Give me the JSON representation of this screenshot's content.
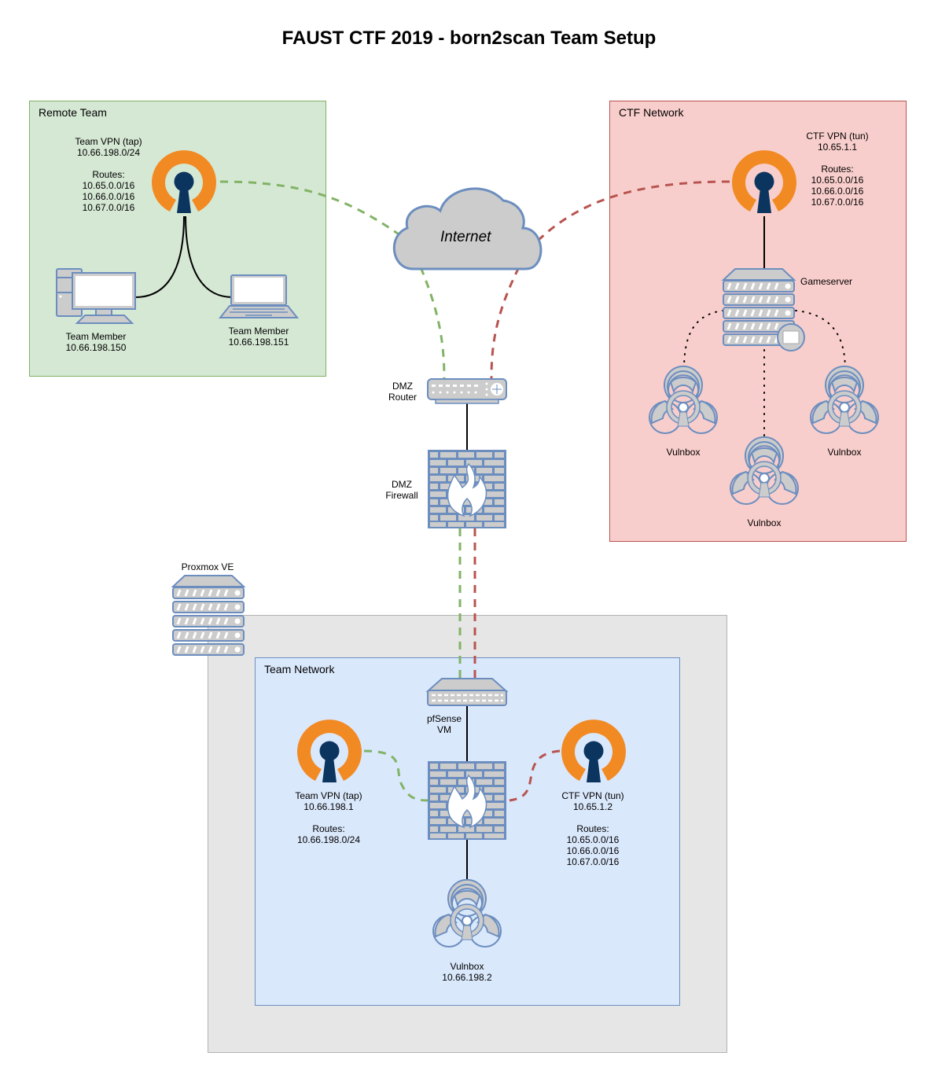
{
  "title": "FAUST CTF 2019 - born2scan Team Setup",
  "colors": {
    "remote_team_fill": "#d5e8d4",
    "remote_team_stroke": "#82b366",
    "ctf_network_fill": "#f8cecc",
    "ctf_network_stroke": "#b85450",
    "proxmox_fill": "#e6e6e6",
    "proxmox_stroke": "#b3b3b3",
    "team_network_fill": "#dae8fc",
    "team_network_stroke": "#6c8ebf",
    "icon_fill": "#cccccc",
    "icon_stroke": "#6c8ebf",
    "openvpn_orange": "#f28a24",
    "openvpn_navy": "#0b345f",
    "team_link": "#82b366",
    "ctf_link": "#b85450"
  },
  "groups": {
    "remote_team": {
      "label": "Remote Team"
    },
    "ctf_network": {
      "label": "CTF Network"
    },
    "proxmox": {
      "label": "Proxmox VE"
    },
    "team_network": {
      "label": "Team Network"
    }
  },
  "nodes": {
    "remote_vpn": {
      "label": "Team VPN (tap)\n10.66.198.0/24\n\nRoutes:\n10.65.0.0/16\n10.66.0.0/16\n10.67.0.0/16"
    },
    "member_desktop": {
      "label": "Team Member\n10.66.198.150"
    },
    "member_laptop": {
      "label": "Team Member\n10.66.198.151"
    },
    "internet": {
      "label": "Internet"
    },
    "ctf_vpn_server": {
      "label": "CTF VPN (tun)\n10.65.1.1\n\nRoutes:\n10.65.0.0/16\n10.66.0.0/16\n10.67.0.0/16"
    },
    "gameserver": {
      "label": "Gameserver"
    },
    "vulnbox_left": {
      "label": "Vulnbox"
    },
    "vulnbox_center": {
      "label": "Vulnbox"
    },
    "vulnbox_right": {
      "label": "Vulnbox"
    },
    "dmz_router": {
      "label": "DMZ\nRouter"
    },
    "dmz_firewall": {
      "label": "DMZ\nFirewall"
    },
    "pfsense": {
      "label": "pfSense\nVM"
    },
    "team_vpn_tap": {
      "label": "Team VPN (tap)\n10.66.198.1\n\nRoutes:\n10.66.198.0/24"
    },
    "ctf_vpn_client": {
      "label": "CTF VPN (tun)\n10.65.1.2\n\nRoutes:\n10.65.0.0/16\n10.66.0.0/16\n10.67.0.0/16"
    },
    "team_vulnbox": {
      "label": "Vulnbox\n10.66.198.2"
    }
  },
  "links": [
    {
      "from": "remote_vpn",
      "to": "internet",
      "style": "dashed",
      "color": "team_link"
    },
    {
      "from": "ctf_vpn_server",
      "to": "internet",
      "style": "dashed",
      "color": "ctf_link"
    },
    {
      "from": "internet",
      "to": "dmz_router",
      "style": "dashed",
      "color": "team_link"
    },
    {
      "from": "internet",
      "to": "dmz_router",
      "style": "dashed",
      "color": "ctf_link"
    },
    {
      "from": "remote_vpn",
      "to": "member_desktop",
      "style": "solid"
    },
    {
      "from": "remote_vpn",
      "to": "member_laptop",
      "style": "solid"
    },
    {
      "from": "ctf_vpn_server",
      "to": "gameserver",
      "style": "solid"
    },
    {
      "from": "gameserver",
      "to": "vulnbox_left",
      "style": "dotted"
    },
    {
      "from": "gameserver",
      "to": "vulnbox_center",
      "style": "dotted"
    },
    {
      "from": "gameserver",
      "to": "vulnbox_right",
      "style": "dotted"
    },
    {
      "from": "dmz_router",
      "to": "dmz_firewall",
      "style": "solid"
    },
    {
      "from": "dmz_firewall",
      "to": "pfsense",
      "style": "dashed",
      "color": "team_link"
    },
    {
      "from": "dmz_firewall",
      "to": "pfsense",
      "style": "dashed",
      "color": "ctf_link"
    },
    {
      "from": "pfsense",
      "to": "team_firewall",
      "style": "solid"
    },
    {
      "from": "team_vpn_tap",
      "to": "team_firewall",
      "style": "dashed",
      "color": "team_link"
    },
    {
      "from": "ctf_vpn_client",
      "to": "team_firewall",
      "style": "dashed",
      "color": "ctf_link"
    },
    {
      "from": "team_firewall",
      "to": "team_vulnbox",
      "style": "solid"
    }
  ]
}
